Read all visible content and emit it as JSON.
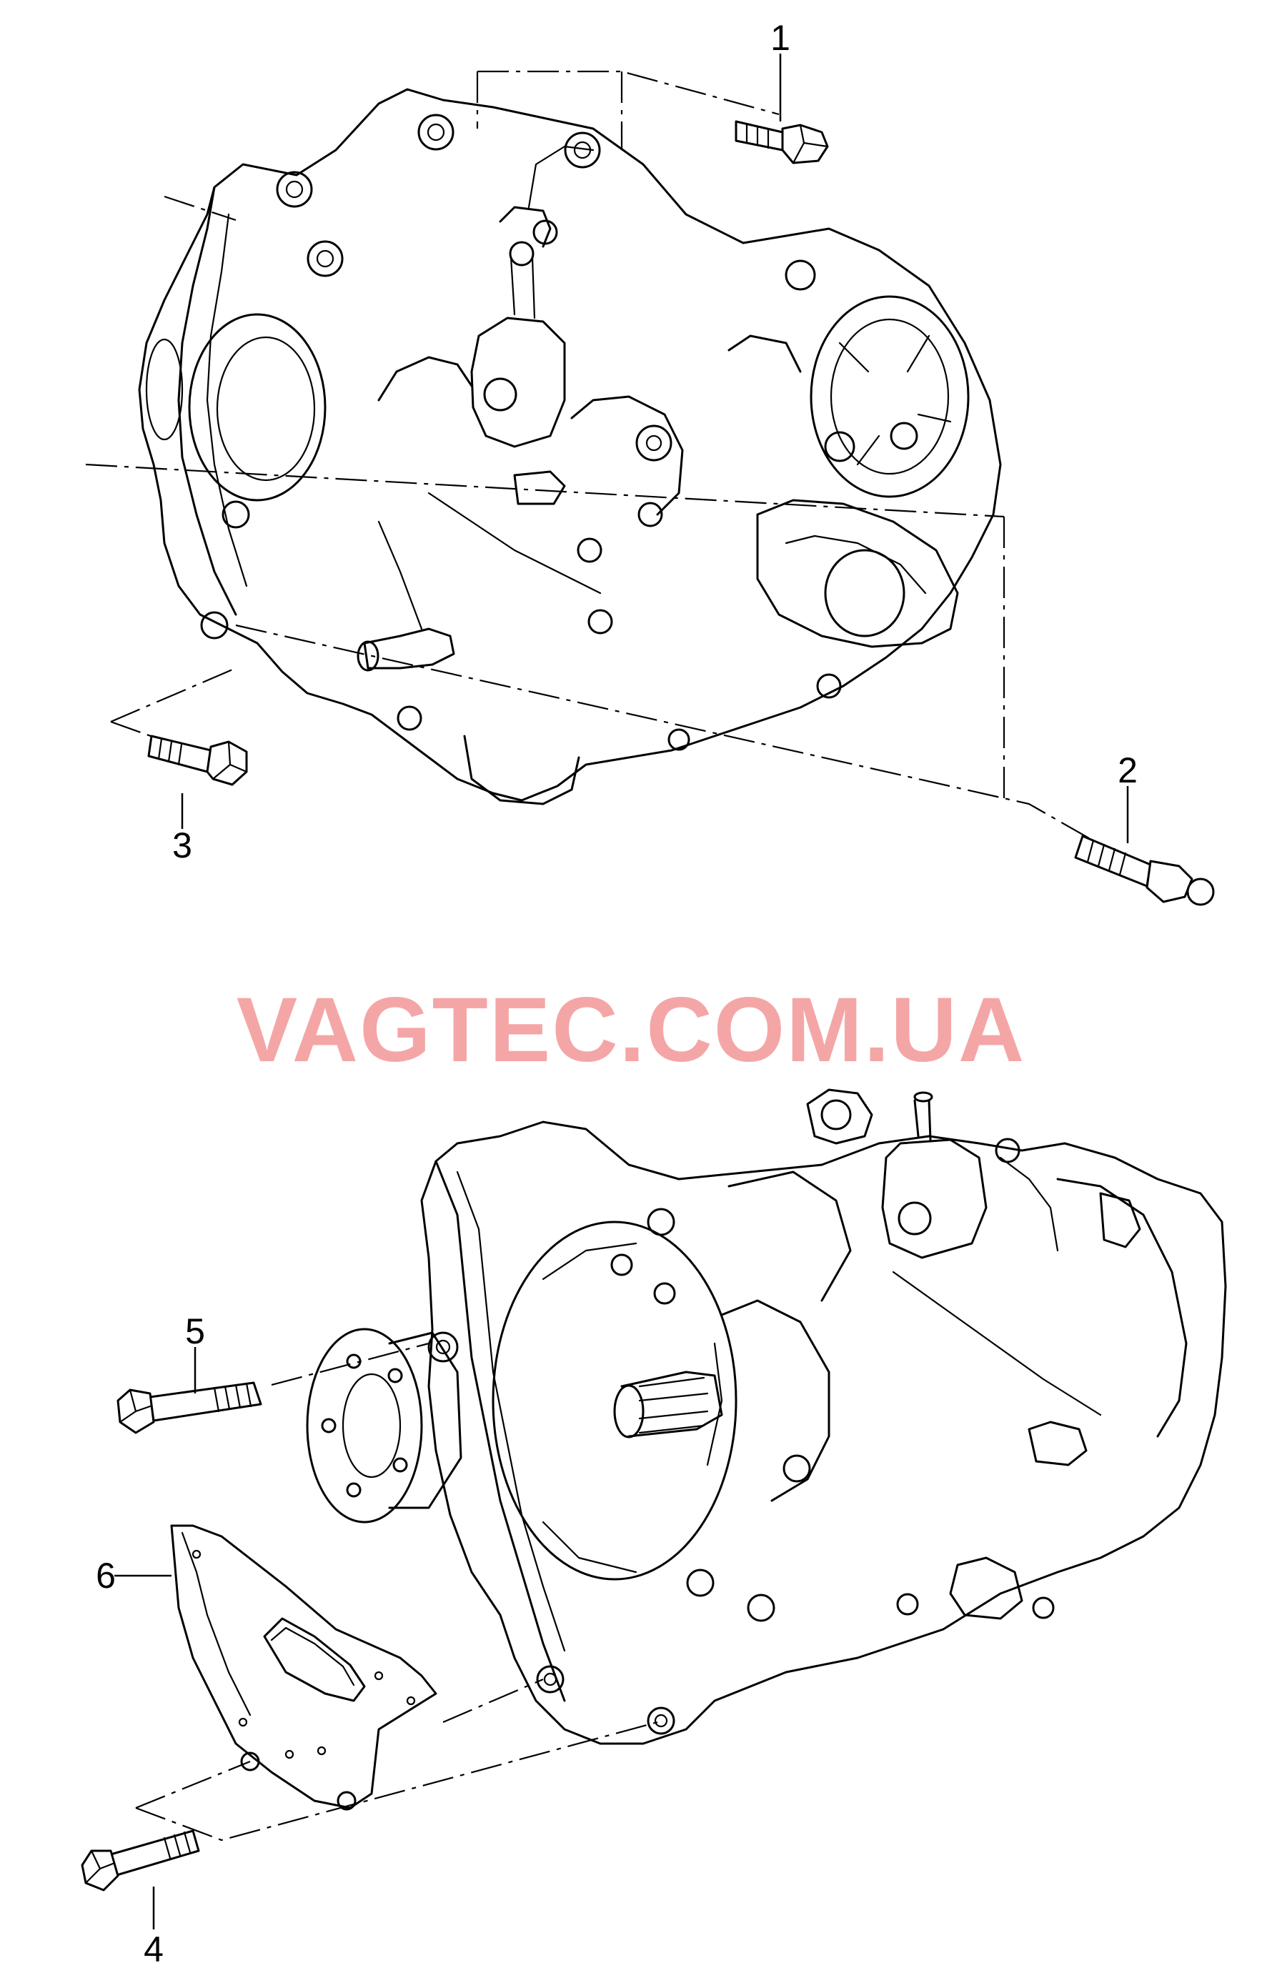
{
  "callouts": [
    {
      "id": "1",
      "label": "1"
    },
    {
      "id": "2",
      "label": "2"
    },
    {
      "id": "3",
      "label": "3"
    },
    {
      "id": "4",
      "label": "4"
    },
    {
      "id": "5",
      "label": "5"
    },
    {
      "id": "6",
      "label": "6"
    }
  ],
  "watermark": {
    "text": "VAGTEC.COM.UA",
    "color": "#f4a6a6"
  },
  "colors": {
    "line": "#000000",
    "background": "#ffffff"
  }
}
